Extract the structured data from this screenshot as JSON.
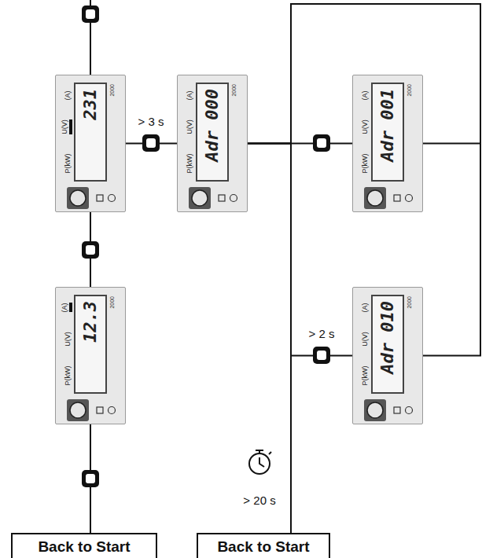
{
  "diagram": {
    "nodes": [
      {
        "text": [
          "231",
          "(A)",
          "U(V)",
          "P(kW)",
          "2000"
        ]
      },
      {
        "text": [
          "Adr 000",
          "(A)",
          "U(V)",
          "P(kW)",
          "2000"
        ]
      },
      {
        "text": [
          "Adr 001",
          "(A)",
          "U(V)",
          "P(kW)",
          "2000"
        ]
      },
      {
        "text": [
          "12.3",
          "(A)",
          "U(V)",
          "P(kW)",
          "2000"
        ]
      },
      {
        "text": [
          "Adr 010",
          "(A)",
          "U(V)",
          "P(kW)",
          "2000"
        ]
      },
      {
        "text": [
          "Back to Start"
        ]
      },
      {
        "text": [
          "Back to Start"
        ]
      }
    ],
    "edges": [
      {
        "from": 0,
        "to": 1,
        "arrow": "none",
        "label": "> 3 s"
      },
      {
        "from": 1,
        "to": 2,
        "arrow": "none"
      },
      {
        "from": 2,
        "to": 4,
        "arrow": "none"
      },
      {
        "from": 0,
        "to": 3,
        "arrow": "none"
      },
      {
        "from": 3,
        "to": 5,
        "arrow": "none"
      },
      {
        "from": 4,
        "to": 1,
        "arrow": "none",
        "label": "> 2 s"
      },
      {
        "from": 1,
        "to": 6,
        "arrow": "none"
      }
    ],
    "labels": [
      "> 20 s"
    ]
  }
}
